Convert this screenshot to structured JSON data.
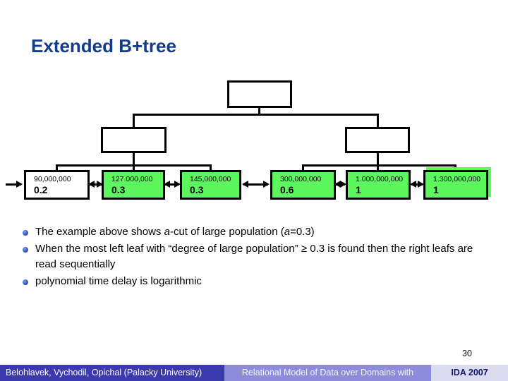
{
  "slide": {
    "title": "Extended B+tree",
    "page_number": "30"
  },
  "tree": {
    "description": "B+tree with empty root and two empty internal nodes over six leaf nodes linked by arrows",
    "highlight_color": "#5ef65e",
    "leaves": [
      {
        "value": "90,000,000",
        "degree": "0.2",
        "highlighted": false
      },
      {
        "value": "127.000,000",
        "degree": "0.3",
        "highlighted": true
      },
      {
        "value": "145,000,000",
        "degree": "0.3",
        "highlighted": true
      },
      {
        "value": "300,000,000",
        "degree": "0.6",
        "highlighted": true
      },
      {
        "value": "1.000,000,000",
        "degree": "1",
        "highlighted": true
      },
      {
        "value": "1.300,000,000",
        "degree": "1",
        "highlighted": true
      }
    ]
  },
  "bullets": {
    "b1": {
      "t1": "The example above shows ",
      "i1": "a",
      "t2": "-cut of large population (",
      "i2": "a",
      "t3": "=0.3)"
    },
    "b2": "When the most left leaf with “degree of large population” ≥ 0.3 is found then the right leafs are read sequentially",
    "b3": "polynomial time delay is logarithmic"
  },
  "footer": {
    "authors": "Belohlavek, Vychodil, Opichal (Palacky University)",
    "deck_title": "Relational Model of Data over Domains with",
    "conference": "IDA 2007"
  },
  "colors": {
    "title_text": "#153c8c",
    "leaf_highlight": "#5ef65e",
    "footer_left_bg": "#3a3aad",
    "footer_middle_bg": "#8c8cd9",
    "footer_right_bg": "#dcdcf0",
    "footer_conference_text": "#15156e"
  }
}
